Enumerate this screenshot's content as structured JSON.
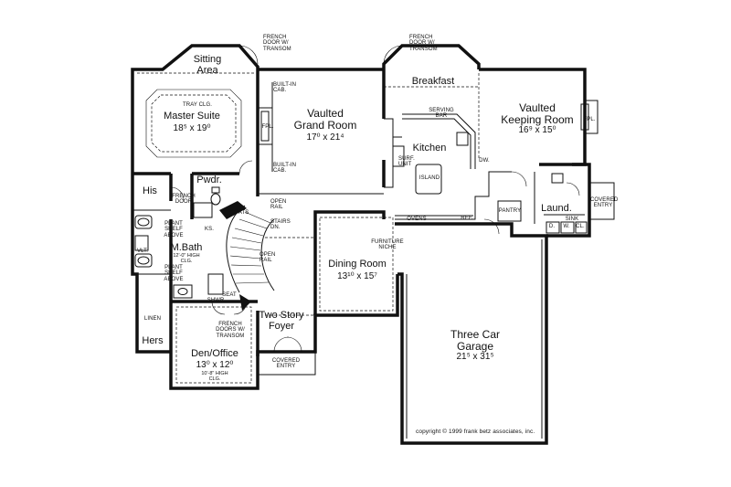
{
  "rooms": {
    "sitting": "Sitting\nArea",
    "master": "Master Suite",
    "master_dim": "18⁵ x 19⁰",
    "grand": "Vaulted\nGrand Room",
    "grand_dim": "17⁰ x 21⁴",
    "breakfast": "Breakfast",
    "keeping": "Vaulted\nKeeping Room",
    "keeping_dim": "16⁹ x 15⁰",
    "kitchen": "Kitchen",
    "pwdr": "Pwdr.",
    "his": "His",
    "mbath": "M.Bath",
    "dining": "Dining Room",
    "dining_dim": "13¹⁰ x 15⁷",
    "foyer": "Two Story\nFoyer",
    "laund": "Laund.",
    "garage": "Three Car\nGarage",
    "garage_dim": "21⁵ x 31⁵",
    "den": "Den/Office",
    "den_dim": "13⁰ x 12⁰",
    "hers": "Hers"
  },
  "notes": {
    "french_top_left": "FRENCH\nDOOR W/\nTRANSOM",
    "french_top_right": "FRENCH\nDOOR W/\nTRANSOM",
    "tray": "TRAY CLG.",
    "builtin_top": "BUILT-IN\nCAB.",
    "builtin_bot": "BUILT-IN\nCAB.",
    "fpl_left": "FPL.",
    "fpl_right": "FPL.",
    "serving_bar": "SERVING\nBAR",
    "surf_unit": "SURF.\nUNIT",
    "island": "ISLAND",
    "dw": "DW.",
    "french_his": "FRENCH\nDOOR",
    "ks": "KS.",
    "coats": "COATS",
    "open_rail_top": "OPEN\nRAIL",
    "stairs_dn": "STAIRS\nDN.",
    "open_rail_mid": "OPEN\nRAIL",
    "plant_top": "PLANT\nSHELF\nABOVE",
    "mbath_clg": "12'-0\" HIGH\nCLG.",
    "plant_bot": "PLANT\nSHELF\nABOVE",
    "vlt": "VLT.",
    "ovens": "OVENS",
    "ref": "REF.",
    "pantry": "PANTRY",
    "furniture_niche": "FURNITURE\nNICHE",
    "seat": "SEAT",
    "shwr": "SHWR.",
    "linen": "LINEN",
    "french_den": "FRENCH\nDOORS W/\nTRANSOM",
    "den_clg": "10'-8\" HIGH\nCLG.",
    "covered_entry_front": "COVERED\nENTRY",
    "covered_entry_side": "COVERED\nENTRY",
    "sink": "SINK",
    "cl": "CL.",
    "w": "W.",
    "d": "D.",
    "copyright": "copyright © 1999 frank betz associates, inc."
  }
}
